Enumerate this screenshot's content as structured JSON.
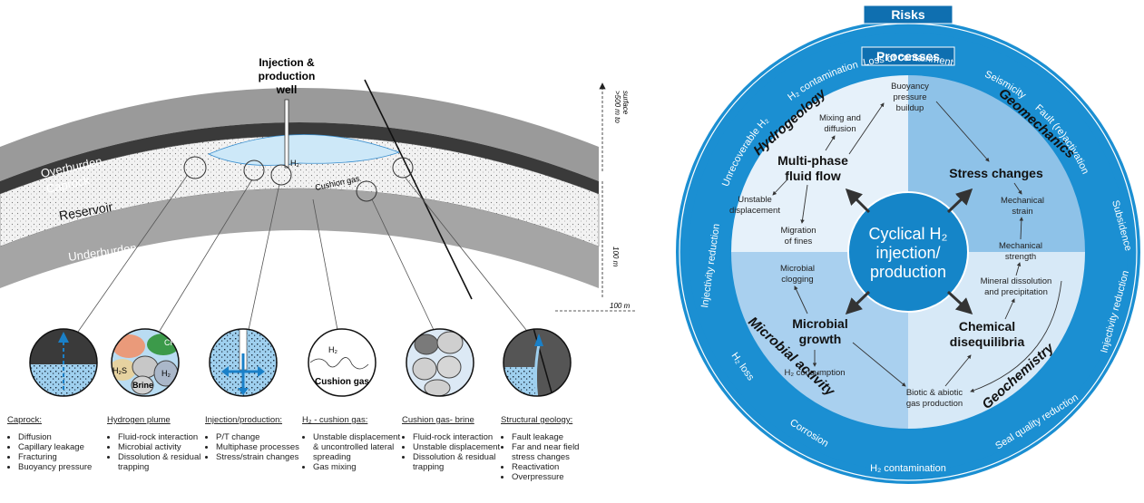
{
  "left": {
    "well_label_lines": [
      "Injection &",
      "production",
      "well"
    ],
    "layers": {
      "overburden": "Overburden",
      "caprock": "Caprock",
      "reservoir": "Reservoir",
      "underburden": "Underburden"
    },
    "h2_label": "H₂",
    "cushion_gas_label": "Cushion gas",
    "scale_top_lines": [
      ">500 m to",
      "surface"
    ],
    "scale_mid": "100 m",
    "scale_bottom": "100 m",
    "circle_labels": {
      "h2s": "H₂S",
      "ch4": "CH₄",
      "brine": "Brine",
      "h2_plume": "H₂",
      "h2_cushion": "H₂",
      "cushion_gas": "Cushion gas"
    },
    "columns": [
      {
        "heading": "Caprock:",
        "items": [
          "Diffusion",
          "Capillary leakage",
          "Fracturing",
          "Buoyancy pressure"
        ]
      },
      {
        "heading": "Hydrogen plume",
        "items": [
          "Fluid-rock interaction",
          "Microbial activity",
          "Dissolution & residual trapping"
        ]
      },
      {
        "heading": "Injection/production:",
        "items": [
          "P/T change",
          "Multiphase processes",
          "Stress/strain changes"
        ]
      },
      {
        "heading": "H₂ - cushion gas:",
        "items": [
          "Unstable displacement & uncontrolled lateral spreading",
          "Gas mixing"
        ]
      },
      {
        "heading": "Cushion gas- brine",
        "items": [
          "Fluid-rock interaction",
          "Unstable displacement",
          "Dissolution & residual trapping"
        ]
      },
      {
        "heading": "Structural geology:",
        "items": [
          "Fault leakage",
          "Far and near field stress changes",
          "Reactivation",
          "Overpressure"
        ]
      }
    ]
  },
  "right": {
    "risks_title": "Risks",
    "processes_title": "Processes",
    "risk_labels": {
      "loss_of_containment": "Loss of containment",
      "h2_contamination_top": "H₂ contamination",
      "seismicity": "Seismicity",
      "fault_reactivation": "Fault (re)activation",
      "unrecoverable_h2": "Unrecoverable H₂",
      "subsidence": "Subsidence",
      "injectivity_reduction_left": "Injectivity reduction",
      "injectivity_reduction_right": "Injectivity reduction",
      "h2_loss": "H₂ loss",
      "corrosion": "Corrosion",
      "h2_contamination_bottom": "H₂ contamination",
      "seal_quality_reduction": "Seal quality reduction"
    },
    "quadrants": {
      "hydrogeology": "Hydrogeology",
      "geomechanics": "Geomechanics",
      "microbial_activity": "Microbial activity",
      "geochemistry": "Geochemistry"
    },
    "center_lines": [
      "Cyclical H₂",
      "injection/",
      "production"
    ],
    "nodes": {
      "multiphase": [
        "Multi-phase",
        "fluid flow"
      ],
      "stress": [
        "Stress changes"
      ],
      "microbial_growth": [
        "Microbial",
        "growth"
      ],
      "chemical": [
        "Chemical",
        "disequilibria"
      ],
      "mixing": [
        "Mixing and",
        "diffusion"
      ],
      "buoyancy": [
        "Buoyancy",
        "pressure",
        "buildup"
      ],
      "unstable": [
        "Unstable",
        "displacement"
      ],
      "migration": [
        "Migration",
        "of fines"
      ],
      "mech_strain": [
        "Mechanical",
        "strain"
      ],
      "mech_strength": [
        "Mechanical",
        "strength"
      ],
      "mineral": [
        "Mineral dissolution",
        "and precipitation"
      ],
      "microbial_clogging": [
        "Microbial",
        "clogging"
      ],
      "h2_consumption": [
        "H₂ consumption"
      ],
      "biotic": [
        "Biotic & abiotic",
        "gas production"
      ]
    },
    "colors": {
      "outer_ring": "#1b8fd2",
      "dark_blue": "#0f6fb0",
      "quad_tl": "#e6f1fa",
      "quad_tr": "#8ec2e8",
      "quad_bl": "#a9d0ef",
      "quad_br": "#d7e9f7",
      "center": "#1585c8"
    }
  }
}
